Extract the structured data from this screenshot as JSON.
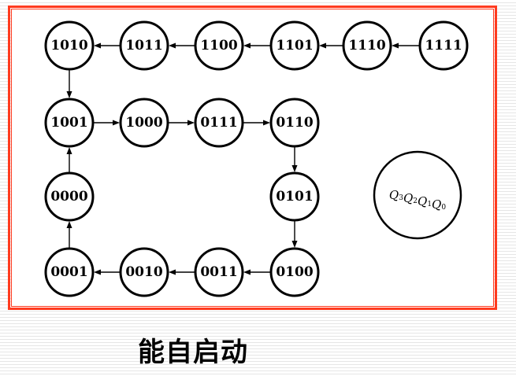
{
  "diagram": {
    "nodes": [
      {
        "id": "1111",
        "label": "1111"
      },
      {
        "id": "1110",
        "label": "1110"
      },
      {
        "id": "1101",
        "label": "1101"
      },
      {
        "id": "1100",
        "label": "1100"
      },
      {
        "id": "1011",
        "label": "1011"
      },
      {
        "id": "1010",
        "label": "1010"
      },
      {
        "id": "1001",
        "label": "1001"
      },
      {
        "id": "1000",
        "label": "1000"
      },
      {
        "id": "0111",
        "label": "0111"
      },
      {
        "id": "0110",
        "label": "0110"
      },
      {
        "id": "0101",
        "label": "0101"
      },
      {
        "id": "0100",
        "label": "0100"
      },
      {
        "id": "0011",
        "label": "0011"
      },
      {
        "id": "0010",
        "label": "0010"
      },
      {
        "id": "0001",
        "label": "0001"
      },
      {
        "id": "0000",
        "label": "0000"
      }
    ],
    "edges": [
      {
        "from": "1111",
        "to": "1110"
      },
      {
        "from": "1110",
        "to": "1101"
      },
      {
        "from": "1101",
        "to": "1100"
      },
      {
        "from": "1100",
        "to": "1011"
      },
      {
        "from": "1011",
        "to": "1010"
      },
      {
        "from": "1010",
        "to": "1001"
      },
      {
        "from": "1001",
        "to": "1000"
      },
      {
        "from": "1000",
        "to": "0111"
      },
      {
        "from": "0111",
        "to": "0110"
      },
      {
        "from": "0110",
        "to": "0101"
      },
      {
        "from": "0101",
        "to": "0100"
      },
      {
        "from": "0100",
        "to": "0011"
      },
      {
        "from": "0011",
        "to": "0010"
      },
      {
        "from": "0010",
        "to": "0001"
      },
      {
        "from": "0001",
        "to": "0000"
      },
      {
        "from": "0000",
        "to": "1001"
      }
    ],
    "legend": {
      "parts": [
        {
          "letter": "Q",
          "sub": "3"
        },
        {
          "letter": "Q",
          "sub": "2"
        },
        {
          "letter": "Q",
          "sub": "1"
        },
        {
          "letter": "Q",
          "sub": "0"
        }
      ]
    }
  },
  "caption": "能自启动",
  "colors": {
    "frame": "#ff3b1f",
    "stroke": "#000000",
    "background": "#ffffff"
  }
}
